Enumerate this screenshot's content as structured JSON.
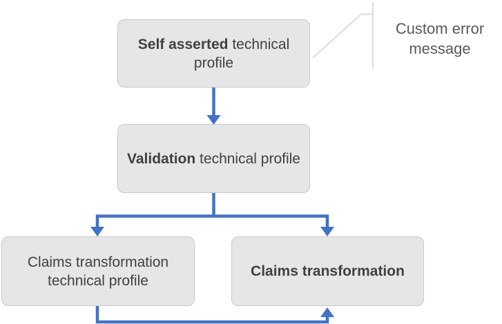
{
  "diagram": {
    "nodes": [
      {
        "id": "self-asserted",
        "bold": "Self asserted",
        "rest": " technical profile"
      },
      {
        "id": "validation",
        "bold": "Validation",
        "rest": " technical profile"
      },
      {
        "id": "claims-transformation-tp",
        "bold": "",
        "rest": "Claims transformation technical profile"
      },
      {
        "id": "claims-transformation",
        "bold": "Claims transformation",
        "rest": ""
      }
    ],
    "callout": {
      "label": "Custom error message",
      "attached_to": "self-asserted"
    },
    "edges": [
      {
        "from": "self-asserted",
        "to": "validation"
      },
      {
        "from": "validation",
        "to": "claims-transformation-tp"
      },
      {
        "from": "validation",
        "to": "claims-transformation"
      },
      {
        "from": "claims-transformation-tp",
        "to": "claims-transformation"
      }
    ]
  },
  "colors": {
    "background": "#ffffff",
    "node-fill": "#e7e6e6",
    "node-border": "#c9c7c7",
    "node-text": "#404040",
    "arrow": "#4472c4",
    "callout-line": "#d3d1d1",
    "callout-text": "#595959"
  }
}
